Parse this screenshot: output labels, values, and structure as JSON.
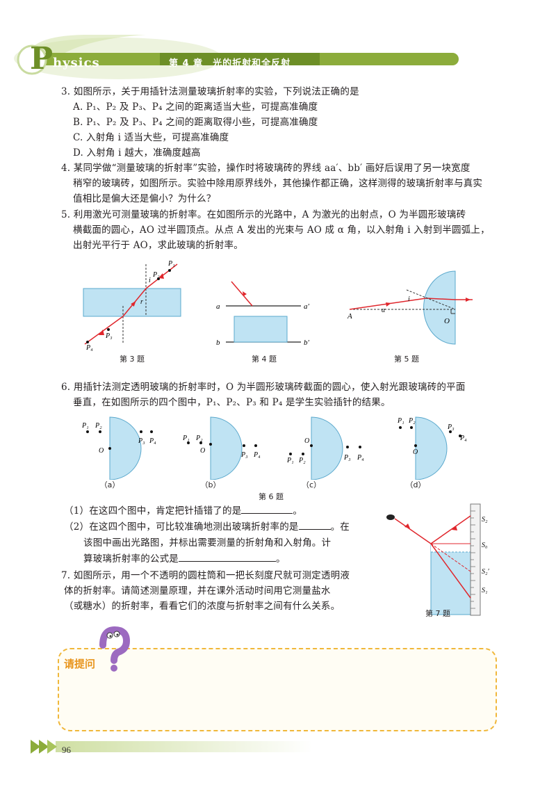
{
  "header": {
    "brand_letter": "P",
    "brand_rest": "hysics",
    "chapter": "第 4 章　光的折射和全反射"
  },
  "q3": {
    "stem": "3. 如图所示，关于用插针法测量玻璃折射率的实验，下列说法正确的是",
    "options": [
      "A. P₁、P₂ 及 P₃、P₄ 之间的距离适当大些，可提高准确度",
      "B. P₁、P₂ 及 P₃、P₄ 之间的距离取得小些，可提高准确度",
      "C. 入射角 i 适当大些，可提高准确度",
      "D. 入射角 i 越大，准确度越高"
    ]
  },
  "q4": {
    "lines": [
      "4. 某同学做“测量玻璃的折射率”实验，操作时将玻璃砖的界线 aa′、bb′ 画好后误用了另一块宽度",
      "稍窄的玻璃砖，如图所示。实验中除用原界线外，其他操作都正确，这样测得的玻璃折射率与真实",
      "值相比是偏大还是偏小？为什么？"
    ]
  },
  "q5": {
    "lines": [
      "5. 利用激光可测量玻璃的折射率。在如图所示的光路中，A 为激光的出射点，O 为半圆形玻璃砖",
      "横截面的圆心，AO 过半圆顶点。从点 A 发出的光束与 AO 成 α 角，以入射角 i 入射到半圆弧上，",
      "出射光平行于 AO，求此玻璃的折射率。"
    ]
  },
  "fig3": {
    "caption": "第 3 题",
    "P1": "P₁",
    "P2": "P₂",
    "P3": "P₃",
    "P4": "P₄",
    "i": "i",
    "r": "r"
  },
  "fig4": {
    "caption": "第 4 题",
    "a": "a",
    "a2": "a′",
    "b": "b",
    "b2": "b′"
  },
  "fig5": {
    "caption": "第 5 题",
    "A": "A",
    "O": "O",
    "i": "i",
    "alpha": "α"
  },
  "q6": {
    "lines": [
      "6. 用插针法测定透明玻璃的折射率时，O 为半圆形玻璃砖截面的圆心，使入射光跟玻璃砖的平面",
      "垂直，在如图所示的四个图中，P₁、P₂、P₃ 和 P₄ 是学生实验插针的结果。"
    ],
    "caption": "第 6 题",
    "sub": [
      "（a）",
      "（b）",
      "（c）",
      "（d）"
    ],
    "P1": "P₁",
    "P2": "P₂",
    "P3": "P₃",
    "P4": "P₄",
    "O": "O",
    "part1_pre": "（1）在这四个图中，肯定把针插错了的是",
    "part1_post": "。",
    "part2_pre": "（2）在这四个图中，可比较准确地测出玻璃折射率的是",
    "part2_post": "。在",
    "part2_l2": "该图中画出光路图，并标出需要测量的折射角和入射角。计",
    "part2_l3_pre": "算玻璃折射率的公式是",
    "part2_l3_post": "。"
  },
  "q7": {
    "lines": [
      "7. 如图所示，用一个不透明的圆柱筒和一把长刻度尺就可测定透明液",
      "体的折射率。请简述测量原理，并在课外活动时间用它测量盐水",
      "（或糖水）的折射率，看看它们的浓度与折射率之间有什么关系。"
    ],
    "caption": "第 7 题",
    "S2": "S₂",
    "S0": "S₀",
    "S2p": "S₂′",
    "S1": "S₁"
  },
  "ask": {
    "label": "请提问"
  },
  "footer": {
    "page": "96"
  },
  "colors": {
    "accent": "#6d8f27",
    "glass": "#bfe3f3",
    "ray": "#e0262c",
    "box": "#f0b73a"
  }
}
